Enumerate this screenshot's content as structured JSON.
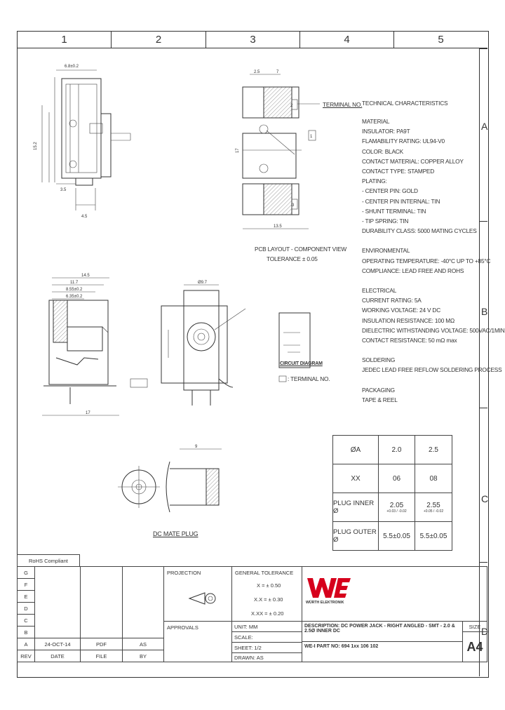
{
  "frame": {
    "columns": [
      "1",
      "2",
      "3",
      "4",
      "5"
    ],
    "rows": [
      "A",
      "B",
      "C",
      "D"
    ]
  },
  "drawing_labels": {
    "terminal_no": "TERMINAL NO.",
    "pcb_layout": "PCB LAYOUT - COMPONENT VIEW",
    "pcb_tolerance": "TOLERANCE ± 0.05",
    "circuit_diagram": "CIRCUIT DIAGRAM",
    "terminal_no_legend": ": TERMINAL NO.",
    "dc_mate_plug": "DC MATE PLUG",
    "dims": {
      "d_6_8": "6.8±0.2",
      "d_15_2": "15.2",
      "d_3_5": "3.5",
      "d_4_5": "4.5",
      "d_14_5": "14.5",
      "d_11_7": "11.7",
      "d_8_55": "8.55±0.2",
      "d_6_35": "6.35±0.2",
      "d_17": "17",
      "d_9_7": "Ø9.7",
      "d_9": "9",
      "d_2_5": "2.5",
      "d_13_5": "13.5",
      "d_7": "7",
      "d_17b": "17"
    },
    "terminals": [
      "1",
      "2",
      "3"
    ]
  },
  "tech": {
    "heading": "TECHNICAL CHARACTERISTICS",
    "lines": [
      "MATERIAL",
      "INSULATOR: PA9T",
      "FLAMABILITY RATING: UL94-V0",
      "COLOR: BLACK",
      "CONTACT MATERIAL: COPPER ALLOY",
      "CONTACT TYPE: STAMPED",
      "PLATING:",
      "- CENTER PIN: GOLD",
      "- CENTER PIN INTERNAL: TIN",
      "- SHUNT TERMINAL: TIN",
      "- TIP SPRING: TIN",
      "DURABILITY CLASS: 5000 MATING CYCLES",
      "",
      "ENVIRONMENTAL",
      "OPERATING TEMPERATURE: -40°C UP TO +85°C",
      "COMPLIANCE: LEAD FREE AND ROHS",
      "",
      "ELECTRICAL",
      "CURRENT RATING: 5A",
      "WORKING VOLTAGE: 24 V DC",
      "INSULATION RESISTANCE: 100 MΩ",
      "DIELECTRIC WITHSTANDING VOLTAGE: 500VAC/1MIN",
      "CONTACT RESISTANCE: 50 mΩ max",
      "",
      "SOLDERING",
      "JEDEC LEAD FREE REFLOW SOLDERING PROCESS",
      "",
      "PACKAGING",
      "TAPE & REEL"
    ]
  },
  "spec_table": {
    "rows": [
      {
        "label": "ØA",
        "v1": "2.0",
        "v2": "2.5"
      },
      {
        "label": "XX",
        "v1": "06",
        "v2": "08"
      },
      {
        "label": "PLUG INNER Ø",
        "v1": "2.05",
        "v1_tol": "+0.03 / -0.02",
        "v2": "2.55",
        "v2_tol": "+0.05 / -0.02"
      },
      {
        "label": "PLUG OUTER Ø",
        "v1": "5.5±0.05",
        "v2": "5.5±0.05"
      }
    ]
  },
  "title_block": {
    "rohs": "RoHS Compliant",
    "rev_letters": [
      "G",
      "F",
      "E",
      "D",
      "C",
      "B",
      "A"
    ],
    "rev_a": {
      "date": "24-OCT-14",
      "file": "PDF",
      "by": "AS"
    },
    "rev_header": {
      "rev": "REV",
      "date": "DATE",
      "file": "FILE",
      "by": "BY"
    },
    "projection": "PROJECTION",
    "general_tolerance": "GENERAL TOLERANCE",
    "tol_x": "X = ± 0.50",
    "tol_xx": "X.X = ± 0.30",
    "tol_xxx": "X.XX = ± 0.20",
    "approvals": "APPROVALS",
    "unit": "UNIT: MM",
    "scale": "SCALE:",
    "sheet": "SHEET: 1/2",
    "drawn": "DRAWN: AS",
    "description": "DESCRIPTION: DC POWER JACK - RIGHT ANGLED - SMT - 2.0 & 2.5Ø INNER DC",
    "part_no": "WE-I PART NO: 694 1xx 106 102",
    "size_label": "SIZE",
    "size": "A4",
    "logo_text": "WÜRTH ELEKTRONIK",
    "logo_color": "#d6001c"
  }
}
